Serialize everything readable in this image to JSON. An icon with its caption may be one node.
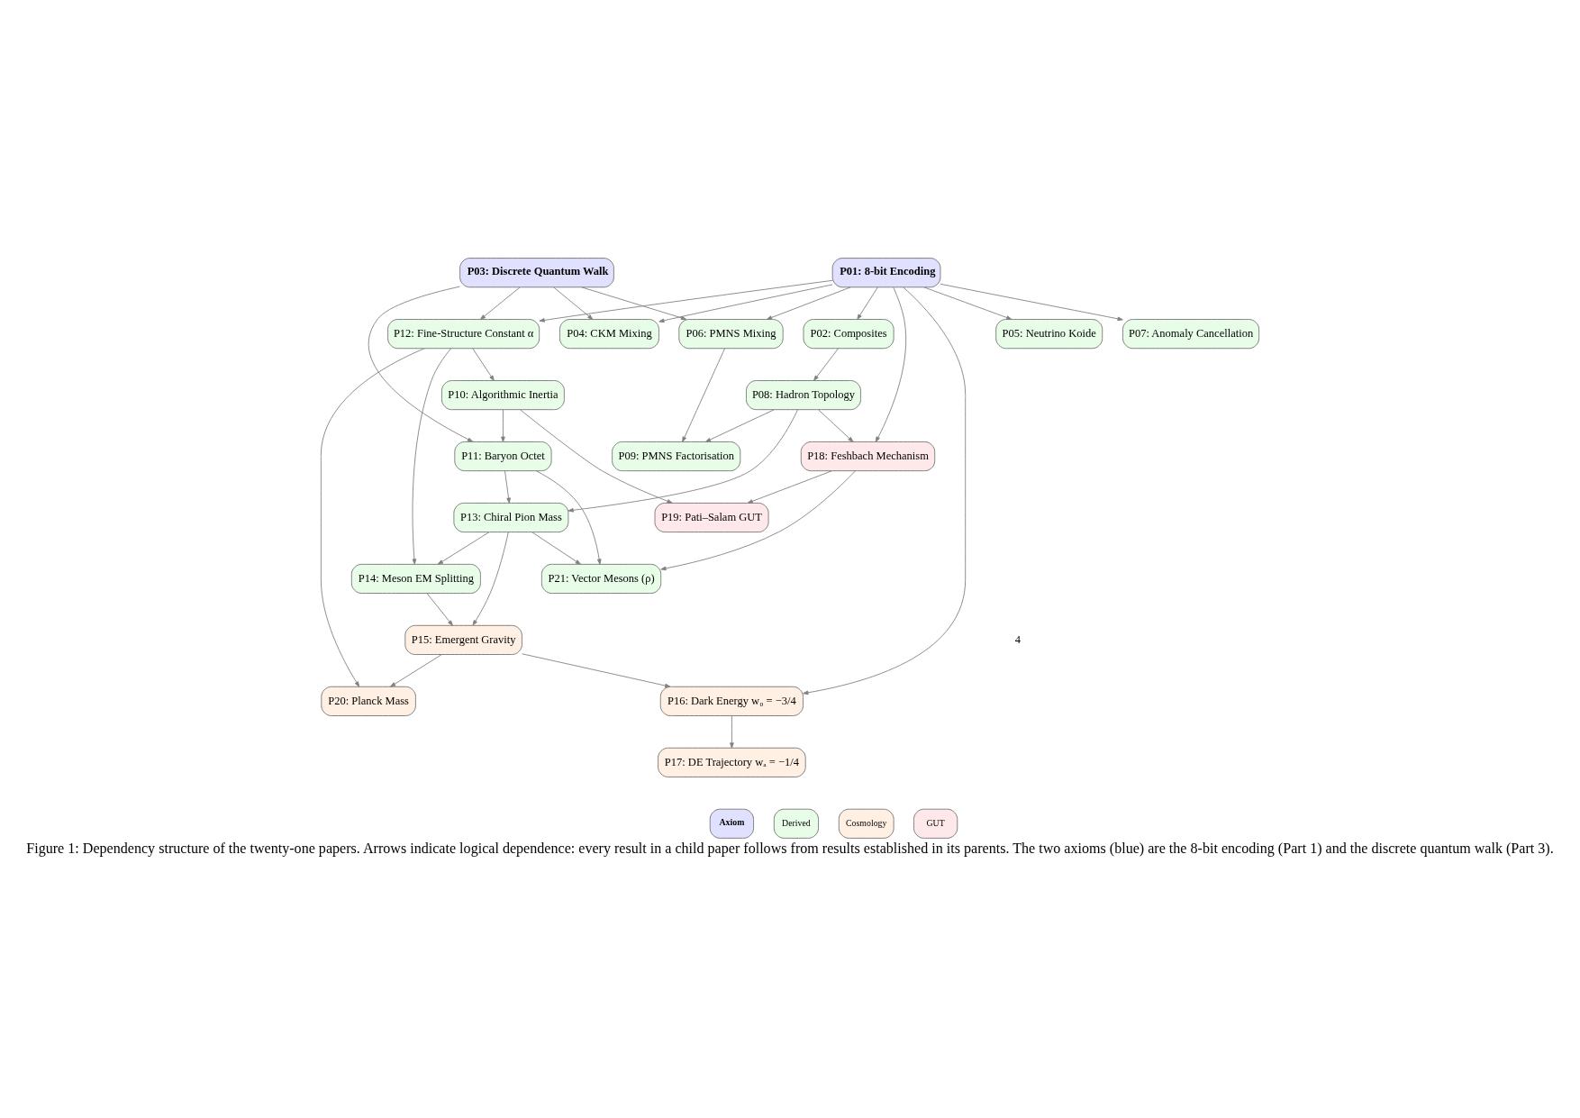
{
  "diagram": {
    "caption": "Figure 1: Dependency structure of the twenty-one papers. Arrows indicate logical dependence: every result in a child paper follows from results established in its parents. The two axioms (blue) are the 8-bit encoding (Part 1) and the discrete quantum walk (Part 3).",
    "nodes": [
      {
        "text": [
          "P01: 8-bit Encoding"
        ]
      },
      {
        "text": [
          "P02: Composites"
        ]
      },
      {
        "text": [
          "P03: Discrete Quantum Walk"
        ]
      },
      {
        "text": [
          "P04: CKM Mixing"
        ]
      },
      {
        "text": [
          "P05: Neutrino Koide"
        ]
      },
      {
        "text": [
          "P06: PMNS Mixing"
        ]
      },
      {
        "text": [
          "P07: Anomaly Cancellation"
        ]
      },
      {
        "text": [
          "P08: Hadron Topology"
        ]
      },
      {
        "text": [
          "P09: PMNS Factorisation"
        ]
      },
      {
        "text": [
          "P10: Algorithmic Inertia"
        ]
      },
      {
        "text": [
          "P11: Baryon Octet"
        ]
      },
      {
        "text": [
          "P12: Fine-Structure Constant α"
        ]
      },
      {
        "text": [
          "P13: Chiral Pion Mass"
        ]
      },
      {
        "text": [
          "P14: Meson EM Splitting"
        ]
      },
      {
        "text": [
          "P15: Emergent Gravity"
        ]
      },
      {
        "text": [
          "P16: Dark Energy w₀ = −3/4"
        ]
      },
      {
        "text": [
          "P17: DE Trajectory wₐ = −1/4"
        ]
      },
      {
        "text": [
          "P18: Feshbach Mechanism"
        ]
      },
      {
        "text": [
          "P19: Pati–Salam GUT"
        ]
      },
      {
        "text": [
          "P20: Planck Mass"
        ]
      },
      {
        "text": [
          "P21: Vector Mesons (ρ)"
        ]
      }
    ],
    "edges": [
      {
        "from": 0,
        "to": 1,
        "arrow": "to"
      },
      {
        "from": 0,
        "to": 3,
        "arrow": "to"
      },
      {
        "from": 0,
        "to": 6,
        "arrow": "to"
      },
      {
        "from": 0,
        "to": 4,
        "arrow": "to"
      },
      {
        "from": 0,
        "to": 5,
        "arrow": "to"
      },
      {
        "from": 0,
        "to": 11,
        "arrow": "to"
      },
      {
        "from": 0,
        "to": 15,
        "arrow": "to"
      },
      {
        "from": 0,
        "to": 17,
        "arrow": "to"
      },
      {
        "from": 2,
        "to": 3,
        "arrow": "to"
      },
      {
        "from": 2,
        "to": 5,
        "arrow": "to"
      },
      {
        "from": 2,
        "to": 11,
        "arrow": "to"
      },
      {
        "from": 2,
        "to": 10,
        "arrow": "to"
      },
      {
        "from": 1,
        "to": 7,
        "arrow": "to"
      },
      {
        "from": 7,
        "to": 8,
        "arrow": "to"
      },
      {
        "from": 7,
        "to": 12,
        "arrow": "to"
      },
      {
        "from": 5,
        "to": 8,
        "arrow": "to"
      },
      {
        "from": 7,
        "to": 17,
        "arrow": "to"
      },
      {
        "from": 11,
        "to": 9,
        "arrow": "to"
      },
      {
        "from": 11,
        "to": 13,
        "arrow": "to"
      },
      {
        "from": 11,
        "to": 19,
        "arrow": "to"
      },
      {
        "from": 9,
        "to": 10,
        "arrow": "to"
      },
      {
        "from": 9,
        "to": 18,
        "arrow": "to"
      },
      {
        "from": 10,
        "to": 12,
        "arrow": "to"
      },
      {
        "from": 10,
        "to": 20,
        "arrow": "to"
      },
      {
        "from": 12,
        "to": 13,
        "arrow": "to"
      },
      {
        "from": 12,
        "to": 14,
        "arrow": "to"
      },
      {
        "from": 12,
        "to": 20,
        "arrow": "to"
      },
      {
        "from": 13,
        "to": 14,
        "arrow": "to"
      },
      {
        "from": 14,
        "to": 15,
        "arrow": "to"
      },
      {
        "from": 14,
        "to": 19,
        "arrow": "to"
      },
      {
        "from": 15,
        "to": 16,
        "arrow": "to"
      },
      {
        "from": 17,
        "to": 18,
        "arrow": "to"
      },
      {
        "from": 17,
        "to": 20,
        "arrow": "to"
      }
    ],
    "labels": [
      "4"
    ],
    "legend": [
      {
        "text": "Axiom",
        "color": "#e0e0ff"
      },
      {
        "text": "Derived",
        "color": "#e8fde8"
      },
      {
        "text": "Cosmology",
        "color": "#fff0e3"
      },
      {
        "text": "GUT",
        "color": "#ffe8ea"
      }
    ]
  }
}
